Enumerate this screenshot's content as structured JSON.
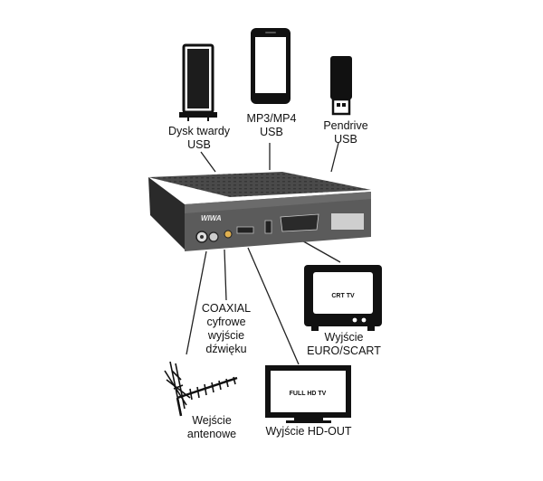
{
  "labels": {
    "hdd": "Dysk twardy\nUSB",
    "mp3": "MP3/MP4\nUSB",
    "pendrive": "Pendrive\nUSB",
    "coaxial": "COAXIAL\ncyfrowe\nwyjście\ndźwięku",
    "euroscart": "Wyjście\nEURO/SCART",
    "antenna": "Wejście\nantenowe",
    "hdout": "Wyjście HD-OUT"
  },
  "screens": {
    "crt": "CRT TV",
    "fullhd": "FULL HD TV"
  },
  "device": {
    "brand": "WIWA"
  },
  "colors": {
    "ink": "#111111",
    "box_body": "#3a3a3a",
    "box_front": "#555555",
    "line": "#222222"
  }
}
